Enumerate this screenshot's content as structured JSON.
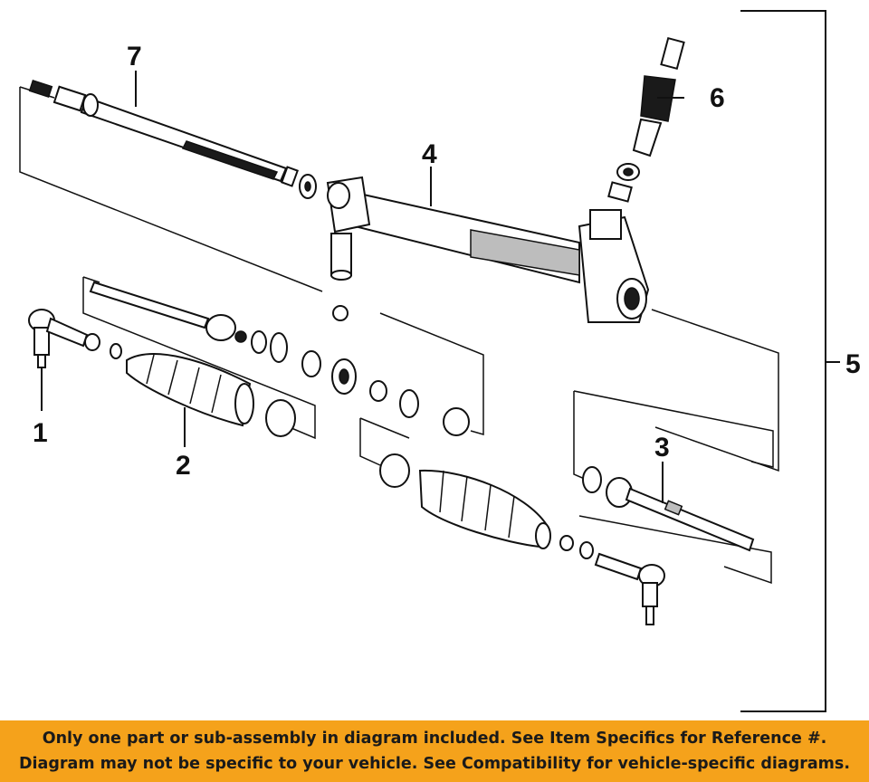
{
  "diagram": {
    "callouts": {
      "c1": "1",
      "c2": "2",
      "c3": "3",
      "c4": "4",
      "c5": "5",
      "c6": "6",
      "c7": "7"
    }
  },
  "footer": {
    "line1": "Only one part or sub-assembly in diagram included. See Item Specifics for Reference #.",
    "line2": "Diagram may not be specific to your vehicle. See Compatibility for vehicle-specific diagrams."
  },
  "colors": {
    "banner": "#f5a21b",
    "line": "#111111"
  }
}
